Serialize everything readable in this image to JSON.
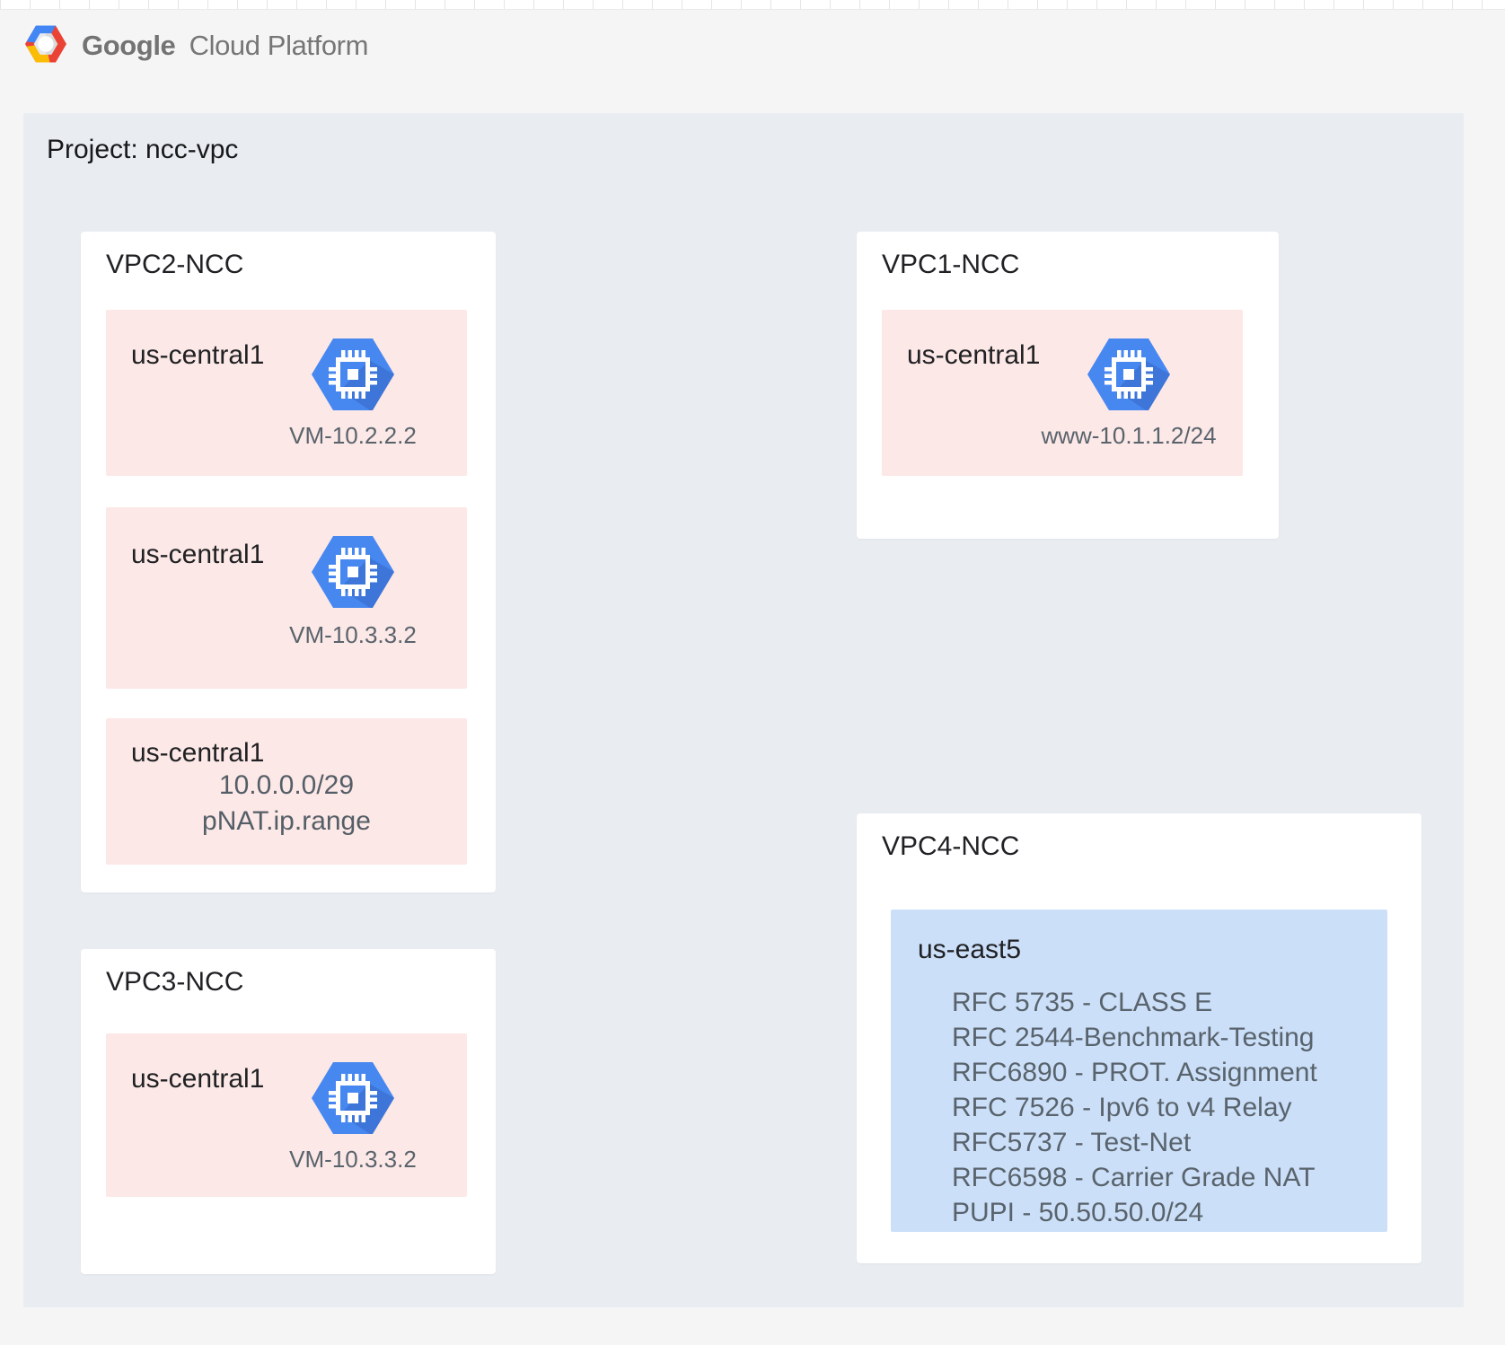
{
  "header": {
    "logo": {
      "brand": "Google",
      "suffix": "Cloud Platform"
    }
  },
  "project": {
    "label": "Project: ncc-vpc"
  },
  "vpc2": {
    "title": "VPC2-NCC",
    "regions": [
      {
        "name": "us-central1",
        "icon": "compute-engine-icon",
        "instance": "VM-10.2.2.2"
      },
      {
        "name": "us-central1",
        "icon": "compute-engine-icon",
        "instance": "VM-10.3.3.2"
      },
      {
        "name": "us-central1",
        "line1": "10.0.0.0/29",
        "line2": "pNAT.ip.range"
      }
    ]
  },
  "vpc1": {
    "title": "VPC1-NCC",
    "region": {
      "name": "us-central1",
      "icon": "compute-engine-icon",
      "instance": "www-10.1.1.2/24"
    }
  },
  "vpc3": {
    "title": "VPC3-NCC",
    "region": {
      "name": "us-central1",
      "icon": "compute-engine-icon",
      "instance": "VM-10.3.3.2"
    }
  },
  "vpc4": {
    "title": "VPC4-NCC",
    "region": {
      "name": "us-east5",
      "entries": [
        "RFC 5735 - CLASS E",
        "RFC 2544-Benchmark-Testing",
        "RFC6890 - PROT. Assignment",
        "RFC 7526 - Ipv6 to v4 Relay",
        "RFC5737 - Test-Net",
        "RFC6598 - Carrier Grade NAT",
        "PUPI - 50.50.50.0/24"
      ]
    }
  },
  "colors": {
    "outer_background": "#f5f5f6",
    "project_background": "#e9edf1",
    "region_pink": "#fce8e6",
    "region_blue": "#cbdff8",
    "hexagon_blue": "#4787f0",
    "text_dark": "#202124",
    "text_gray": "#59636c",
    "logo_gray": "#757575",
    "logo_red": "#ea4335",
    "logo_blue": "#4285f4",
    "logo_yellow": "#fbbc05"
  }
}
